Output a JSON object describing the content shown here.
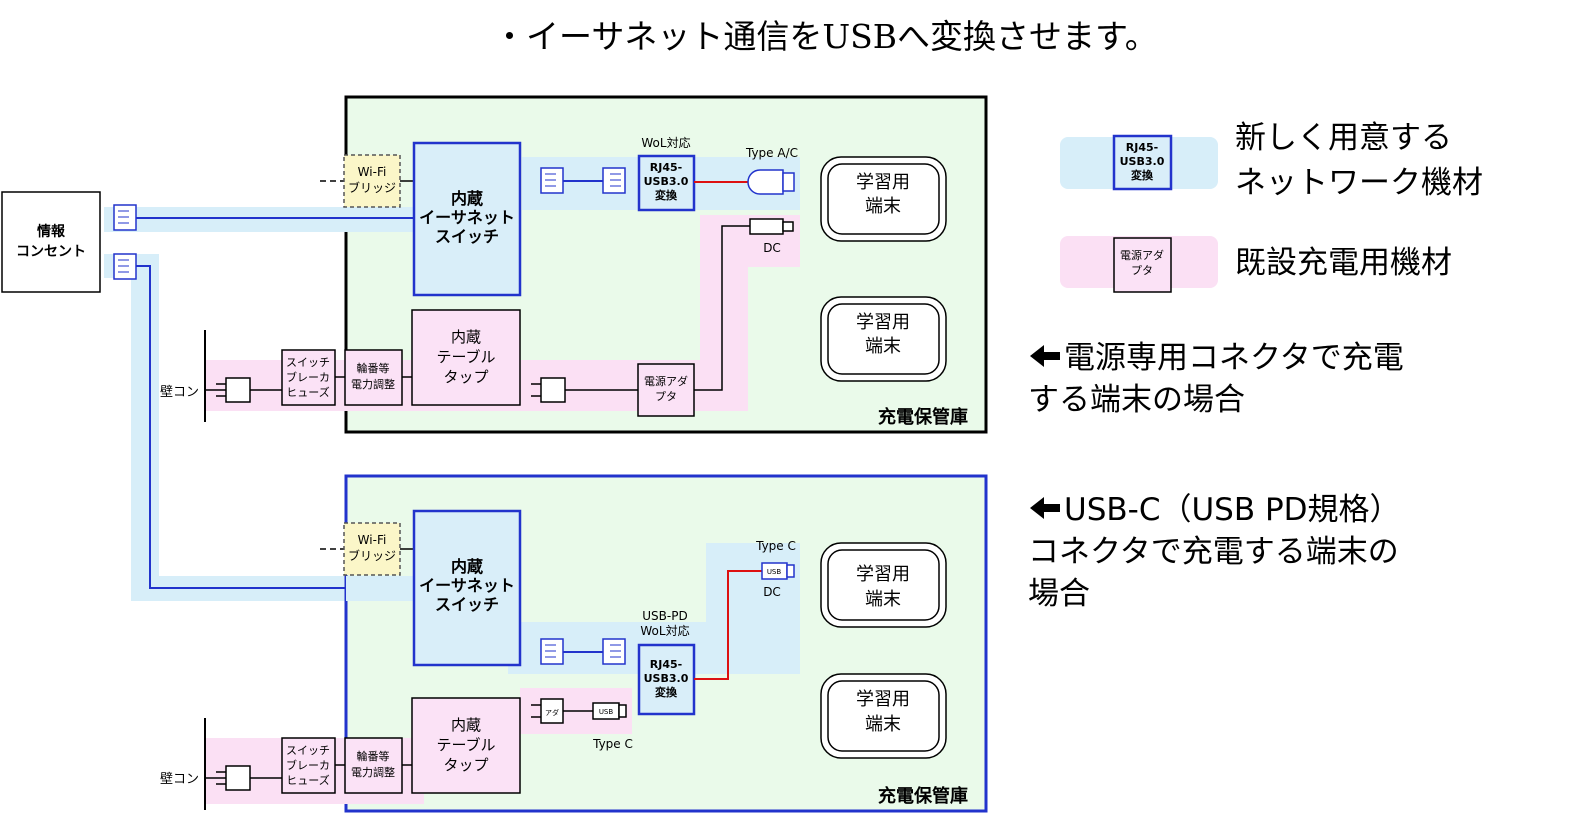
{
  "header": {
    "title": "・イーサネット通信をUSBへ変換させます。"
  },
  "outlet": {
    "line1": "情報",
    "line2": "コンセント"
  },
  "storage_label": "充電保管庫",
  "wall_outlet": "壁コン",
  "wifi": {
    "line1": "Wi-Fi",
    "line2": "ブリッジ"
  },
  "switch": {
    "line1": "内蔵",
    "line2": "イーサネット",
    "line3": "スイッチ"
  },
  "tap": {
    "line1": "内蔵",
    "line2": "テーブル",
    "line3": "タップ"
  },
  "breaker": {
    "line1": "スイッチ",
    "line2": "ブレーカ",
    "line3": "ヒューズ"
  },
  "rotation": {
    "line1": "輪番等",
    "line2": "電力調整"
  },
  "converter": {
    "line1": "RJ45-",
    "line2": "USB3.0",
    "line3": "変換"
  },
  "adapter": {
    "line1": "電源アダ",
    "line2": "プタ"
  },
  "adapter_small": "アダ",
  "usb_plug": "USB",
  "terminal": {
    "line1": "学習用",
    "line2": "端末"
  },
  "cabinet1": {
    "wol": "WoL対応",
    "type_ac": "Type A/C",
    "dc": "DC"
  },
  "cabinet2": {
    "usbpd": "USB-PD",
    "wol": "WoL対応",
    "type_c_top": "Type C",
    "dc": "DC",
    "type_c_bottom": "Type C"
  },
  "legend": {
    "new": {
      "line1": "新しく用意する",
      "line2": "ネットワーク機材"
    },
    "existing": "既設充電用機材"
  },
  "note1": {
    "line1": "電源専用コネクタで充電",
    "line2": "する端末の場合"
  },
  "note2": {
    "line1": "USB-C（USB PD規格）",
    "line2": "コネクタで充電する端末の",
    "line3": "場合"
  },
  "colors": {
    "network_band": "#d7eef9",
    "power_band": "#fbe0f4",
    "cabinet_bg": "#eafaea",
    "switch_fill": "#d9eef9",
    "tap_fill": "#fbe2f6",
    "wifi_fill": "#fbf6c8",
    "blue_line": "#2233cc",
    "red_line": "#dd1111"
  }
}
